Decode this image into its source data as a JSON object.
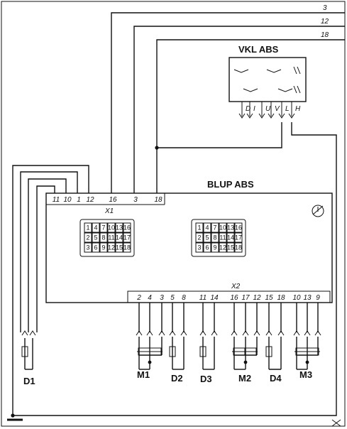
{
  "top_lines": [
    "3",
    "12",
    "18"
  ],
  "vkl": {
    "title": "VKL ABS",
    "pins": [
      "D",
      "I",
      "U",
      "V",
      "L",
      "H"
    ]
  },
  "blup": {
    "title": "BLUP ABS",
    "x1_label": "X1",
    "x2_label": "X2",
    "x1_pins": [
      "11",
      "10",
      "1",
      "12",
      "16",
      "3",
      "18"
    ],
    "x2_pins": [
      "2",
      "4",
      "3",
      "5",
      "8",
      "11",
      "14",
      "16",
      "17",
      "12",
      "15",
      "18",
      "10",
      "13",
      "9"
    ],
    "connector_rows": [
      [
        "1",
        "4",
        "7",
        "10",
        "13",
        "16"
      ],
      [
        "2",
        "5",
        "8",
        "11",
        "14",
        "17"
      ],
      [
        "3",
        "6",
        "9",
        "12",
        "15",
        "18"
      ]
    ]
  },
  "components": [
    "D1",
    "M1",
    "D2",
    "D3",
    "M2",
    "D4",
    "M3"
  ]
}
